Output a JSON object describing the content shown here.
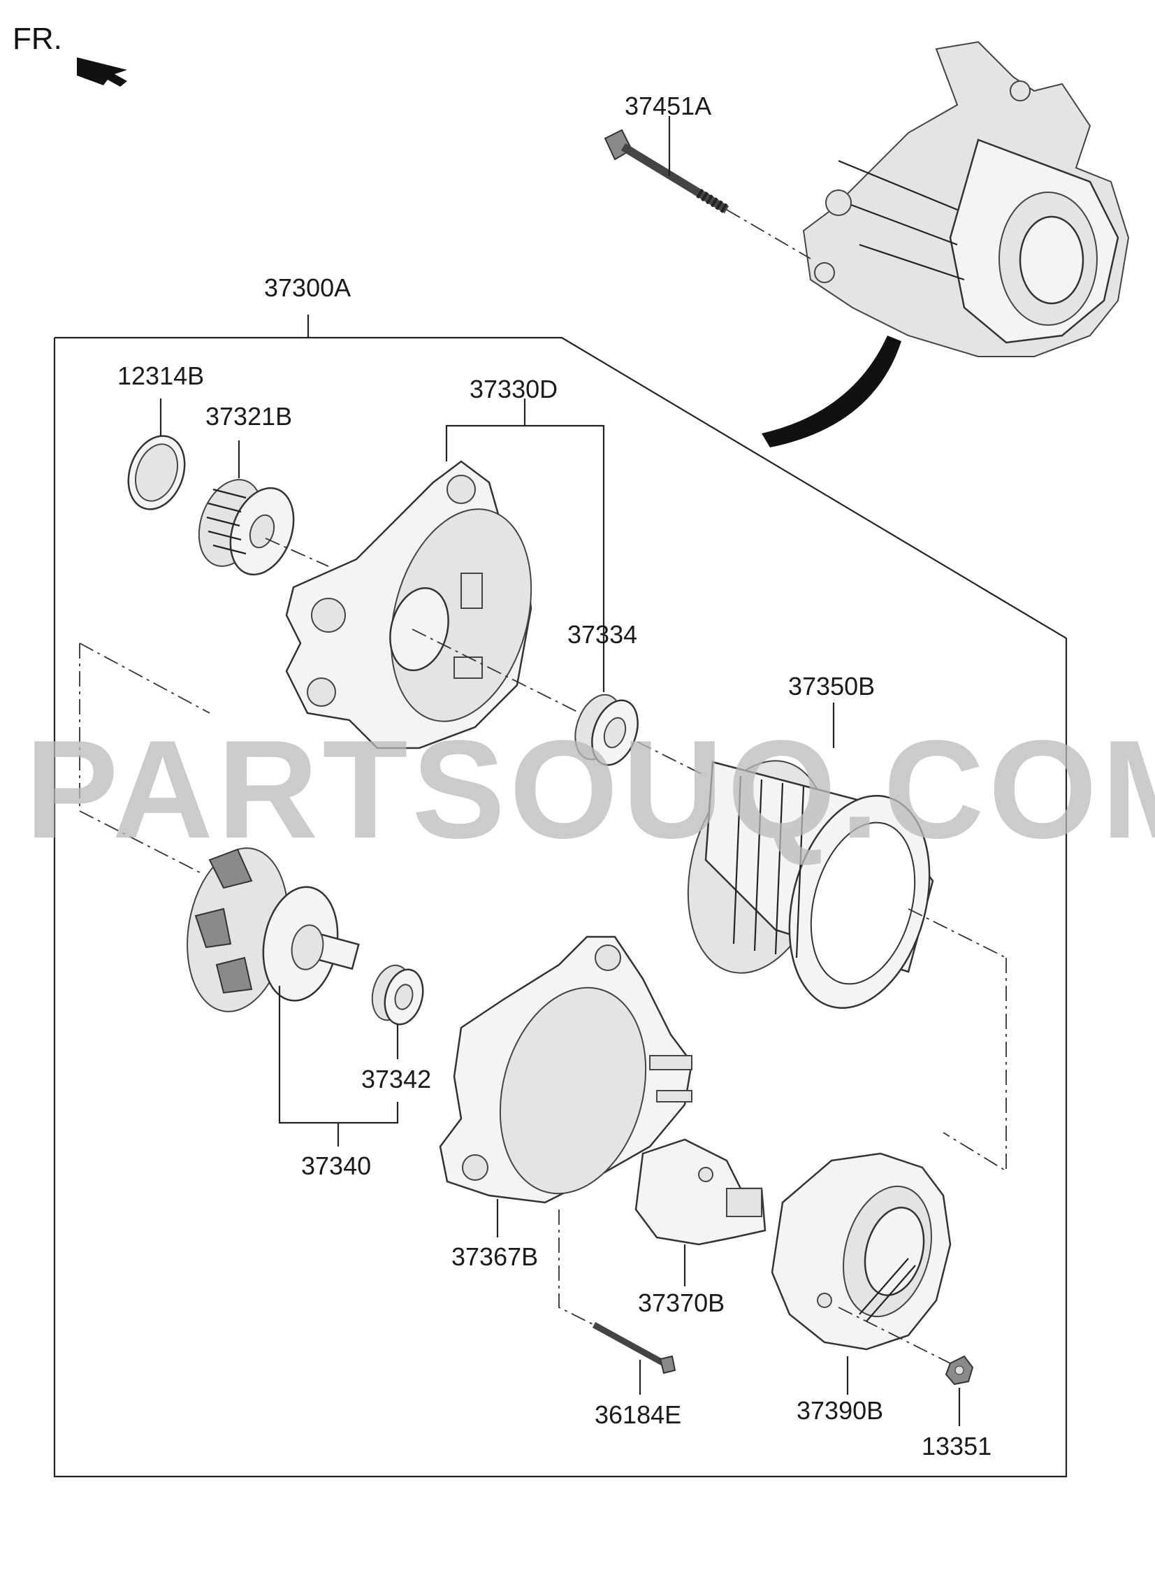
{
  "orientation": {
    "label": "FR."
  },
  "watermark": "PARTSOUQ.COM",
  "parts": {
    "assembly": "37300A",
    "bolt_top": "37451A",
    "cover_cap": "12314B",
    "pulley": "37321B",
    "front_bracket": "37330D",
    "front_bearing": "37334",
    "stator": "37350B",
    "rear_bearing": "37342",
    "rotor": "37340",
    "rear_bracket": "37367B",
    "regulator": "37370B",
    "bolt_bottom": "36184E",
    "rear_cover": "37390B",
    "nut": "13351"
  }
}
